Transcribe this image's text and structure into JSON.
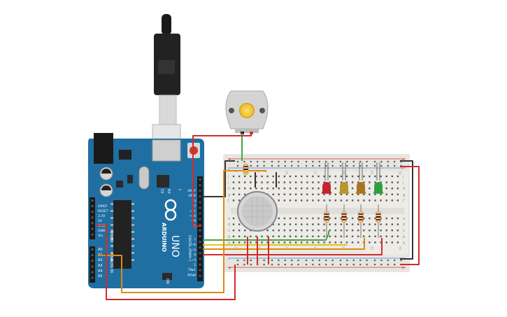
{
  "arduino": {
    "brand_text": "ARDUINO",
    "model_text": "UNO",
    "header_top_labels": [
      "AREF",
      "GND",
      "13",
      "12",
      "~11",
      "~10",
      "~9",
      "8"
    ],
    "header_digital_labels": [
      "7",
      "~6",
      "~5",
      "4",
      "~3",
      "2",
      "TX▸1",
      "RX◂0"
    ],
    "digital_section_label": "DIGITAL (PWM~)",
    "power_labels": [
      "IOREF",
      "RESET",
      "3.3V",
      "5V",
      "GND",
      "GND",
      "Vin"
    ],
    "power_section_label": "POWER",
    "analog_labels": [
      "A0",
      "A1",
      "A2",
      "A3",
      "A4",
      "A5"
    ],
    "analog_section_label": "ANALOG IN",
    "led_labels": [
      "TX",
      "RX",
      "L"
    ],
    "on_label": "ON"
  },
  "breadboard": {
    "row_letters_top": [
      "j",
      "i",
      "h",
      "g",
      "f"
    ],
    "row_letters_bottom": [
      "e",
      "d",
      "c",
      "b",
      "a"
    ],
    "column_numbers": [
      "1",
      "5",
      "10",
      "15",
      "20",
      "25",
      "30"
    ],
    "rail_signs": [
      "+",
      "-",
      "-",
      "+"
    ]
  },
  "components": {
    "leds": [
      {
        "name": "red-led",
        "color": "#c0262b"
      },
      {
        "name": "yellow-led",
        "color": "#b9952a"
      },
      {
        "name": "orange-led",
        "color": "#a8741f"
      },
      {
        "name": "green-led",
        "color": "#2ea03f"
      }
    ],
    "motor": {
      "name": "dc-motor"
    },
    "sensor": {
      "name": "gas-sensor"
    }
  },
  "colors": {
    "board": "#1f6fa3",
    "breadboard": "#ecebe6",
    "wire_red": "#d42a2a",
    "wire_orange": "#e08a12",
    "wire_yellow": "#e8c21c",
    "wire_green": "#42a641",
    "wire_black": "#333333"
  }
}
